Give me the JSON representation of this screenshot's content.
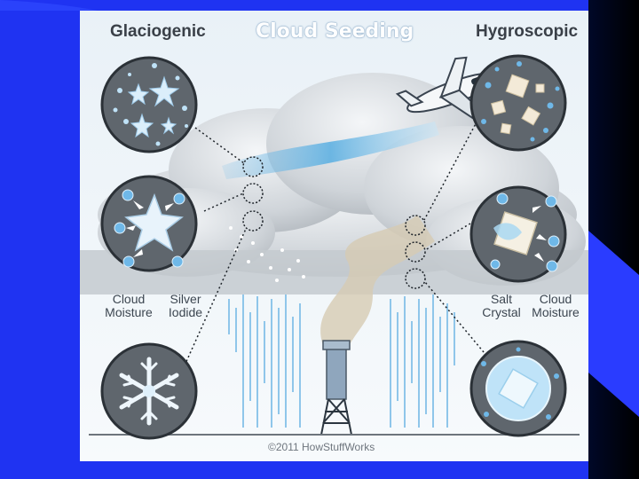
{
  "diagram": {
    "title": "Cloud Seeding",
    "left_heading": "Glaciogenic",
    "right_heading": "Hygroscopic",
    "labels": {
      "cloud_moisture_left": "Cloud\nMoisture",
      "silver_iodide": "Silver\nIodide",
      "salt_crystal": "Salt\nCrystal",
      "cloud_moisture_right": "Cloud\nMoisture"
    },
    "credit": "©2011 HowStuffWorks"
  },
  "colors": {
    "slide_blue": "#1f33f2",
    "slide_dark": "#000010",
    "circle_fill": "#5f666d",
    "cloud": "#c9ced3",
    "rain": "#8fc6ea"
  }
}
